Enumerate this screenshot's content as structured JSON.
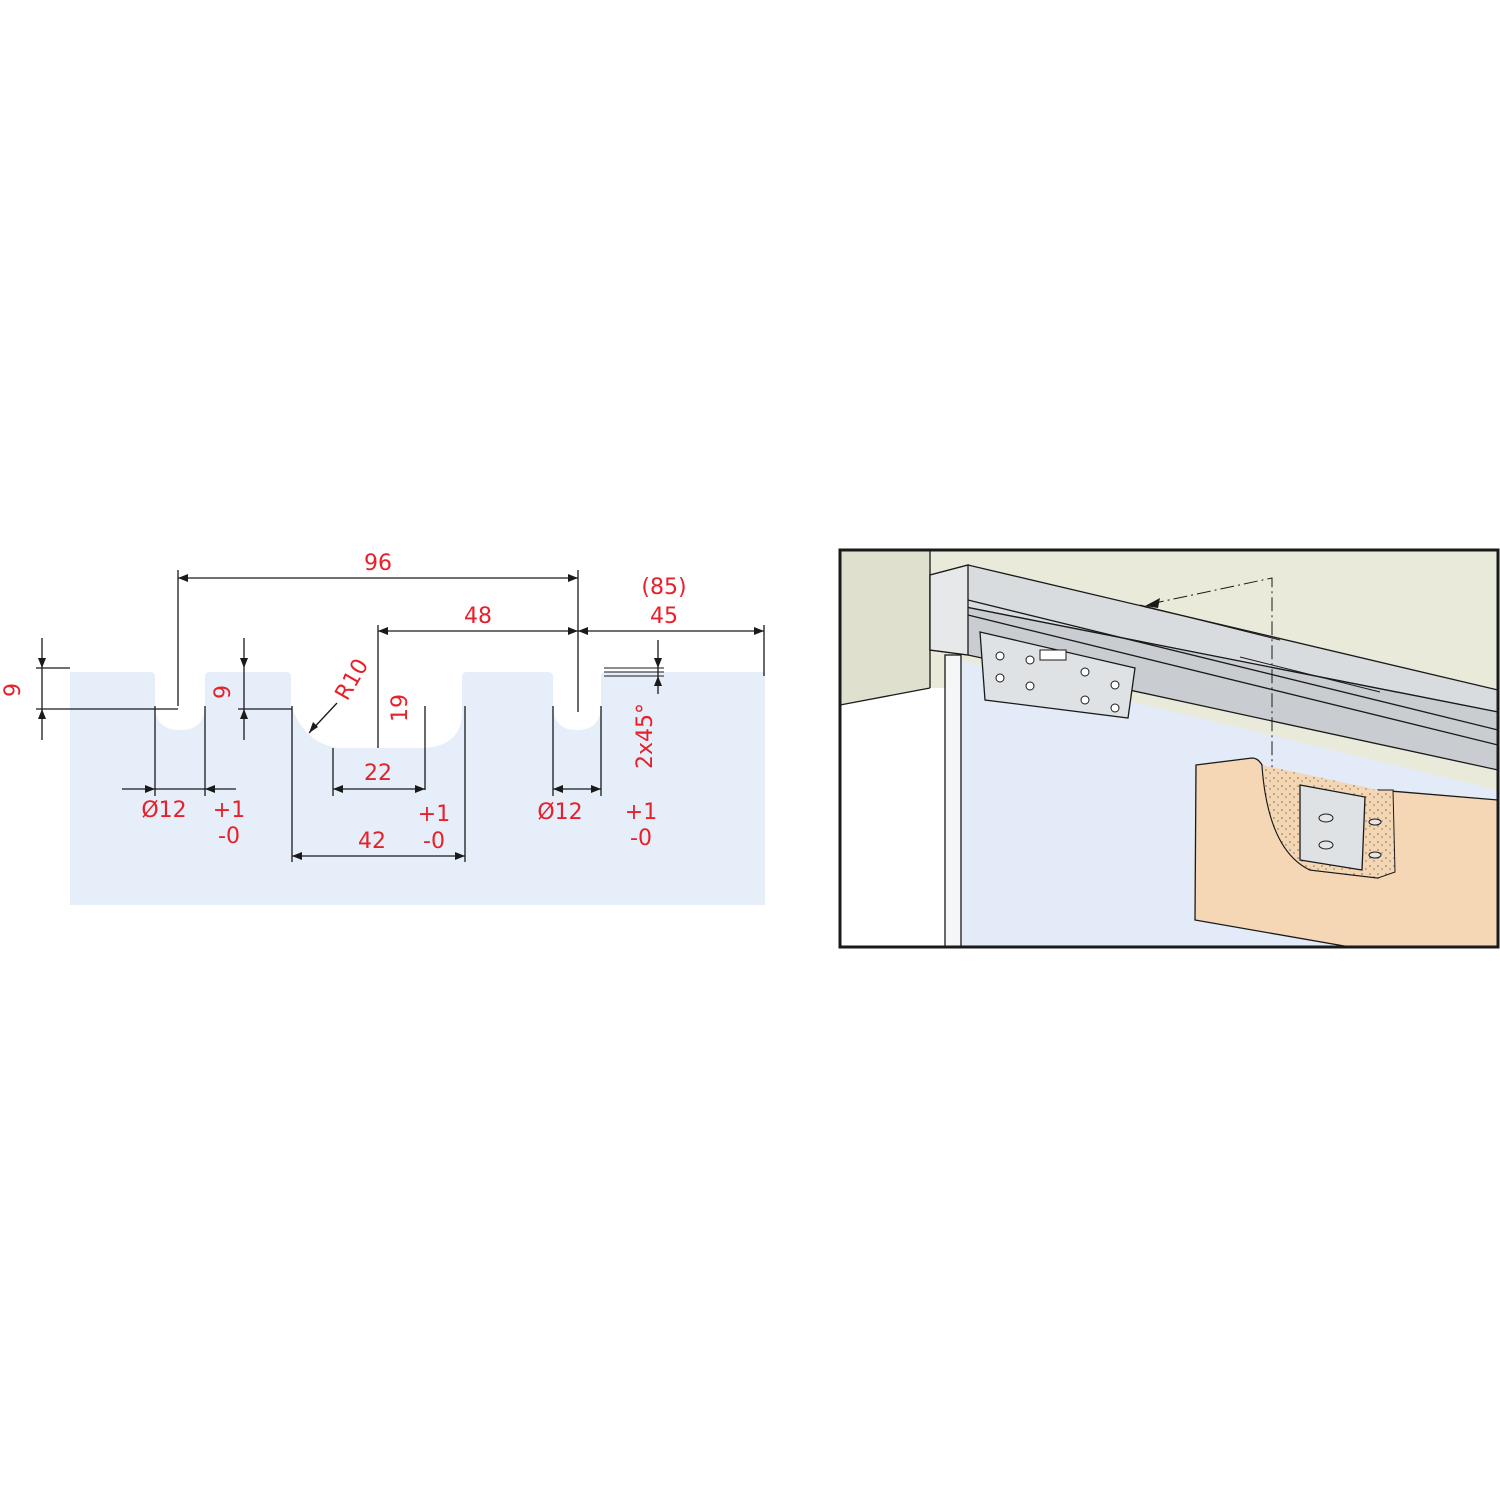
{
  "drawing": {
    "dimensions": {
      "overall_96": "96",
      "spacing_48": "48",
      "end_85": "(85)",
      "end_45": "45",
      "left_depth_9": "9",
      "mid_depth_9": "9",
      "radius": "R10",
      "depth_19": "19",
      "chamfer": "2x45°",
      "width_22": "22",
      "width_42": "42",
      "dia_left": "Ø12",
      "dia_right": "Ø12",
      "tol_left_plus": "+1",
      "tol_left_minus": "-0",
      "tol_mid_plus": "+1",
      "tol_mid_minus": "-0",
      "tol_right_plus": "+1",
      "tol_right_minus": "-0"
    }
  },
  "colors": {
    "panel_fill": "#e6eefa",
    "dimension_text": "#e8202a",
    "line": "#1a1a1a",
    "wall": "#ebebdc",
    "rail": "#c9cdd1",
    "wood": "#f5d7b6",
    "frame": "#1a1a1a"
  }
}
